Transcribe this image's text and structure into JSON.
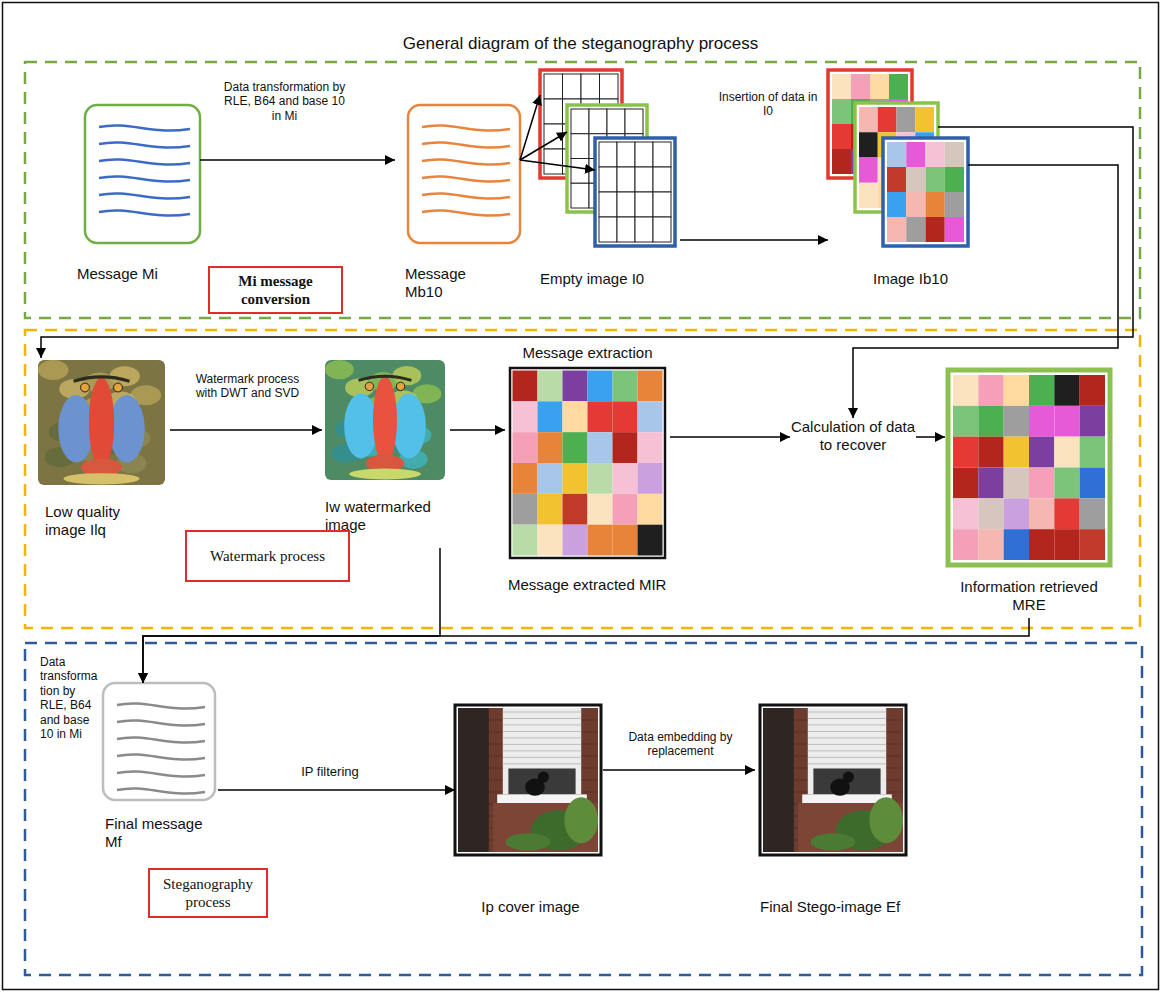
{
  "diagram": {
    "title": "General diagram of the steganography process",
    "nodes": [
      {
        "text": [
          "Message Mi"
        ]
      },
      {
        "text": [
          "Mi message conversion"
        ]
      },
      {
        "text": [
          "Message Mb10"
        ]
      },
      {
        "text": [
          "Empty image I0"
        ]
      },
      {
        "text": [
          "Image Ib10"
        ]
      },
      {
        "text": [
          "Low quality image Ilq"
        ]
      },
      {
        "text": [
          "Watermark process"
        ]
      },
      {
        "text": [
          "Iw watermarked image"
        ]
      },
      {
        "text": [
          "Message extraction",
          "Message extracted MIR"
        ]
      },
      {
        "text": [
          "Calculation of data to recover"
        ]
      },
      {
        "text": [
          "Information retrieved MRE"
        ]
      },
      {
        "text": [
          "Final message Mf"
        ]
      },
      {
        "text": [
          "Steganography process"
        ]
      },
      {
        "text": [
          "Ip cover image"
        ]
      },
      {
        "text": [
          "Final Stego-image Ef"
        ]
      }
    ],
    "edges": [
      {
        "from": 0,
        "to": 2,
        "label": "Data transformation by RLE, B64 and base 10 in Mi",
        "arrow": "to"
      },
      {
        "from": 2,
        "to": 3,
        "arrow": "to"
      },
      {
        "from": 3,
        "to": 4,
        "label": "Insertion of data in I0",
        "arrow": "to"
      },
      {
        "from": 4,
        "to": 5,
        "arrow": "to"
      },
      {
        "from": 4,
        "to": 9,
        "arrow": "to"
      },
      {
        "from": 5,
        "to": 7,
        "label": "Watermark process with DWT and SVD",
        "arrow": "to"
      },
      {
        "from": 7,
        "to": 8,
        "arrow": "to"
      },
      {
        "from": 8,
        "to": 9,
        "arrow": "to"
      },
      {
        "from": 9,
        "to": 10,
        "arrow": "to"
      },
      {
        "from": 7,
        "to": 11,
        "arrow": "to"
      },
      {
        "from": 10,
        "to": 11,
        "arrow": "to"
      },
      {
        "from": 11,
        "to": 13,
        "label": "IP filtering",
        "arrow": "to"
      },
      {
        "from": 13,
        "to": 14,
        "label": "Data embedding by replacement",
        "arrow": "to"
      }
    ],
    "labels": [
      "Data transformation by RLE, B64 and base 10 in Mi"
    ]
  }
}
